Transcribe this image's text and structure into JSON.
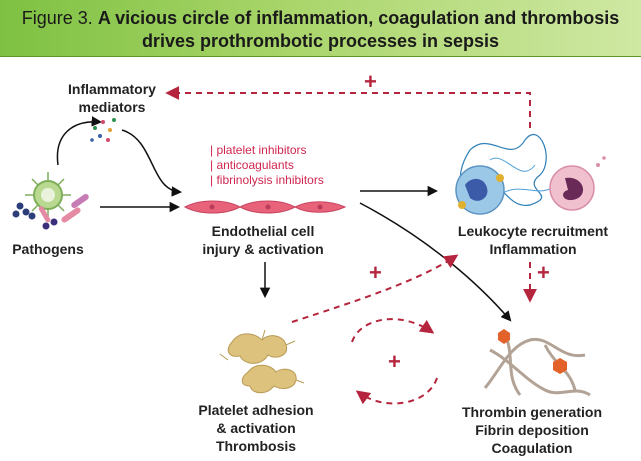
{
  "title": {
    "line1_prefix": "Figure 3.",
    "line1_bold": "A vicious circle of inflammation, coagulation and thrombosis",
    "line2": "drives prothrombotic processes in sepsis"
  },
  "nodes": {
    "inflammatory_mediators": [
      "Inflammatory",
      "mediators"
    ],
    "pathogens": "Pathogens",
    "endothelial": [
      "Endothelial cell",
      "injury & activation"
    ],
    "leukocyte": [
      "Leukocyte recruitment",
      "Inflammation"
    ],
    "platelet": [
      "Platelet adhesion",
      "& activation",
      "Thrombosis"
    ],
    "thrombin": [
      "Thrombin generation",
      "Fibrin deposition",
      "Coagulation"
    ]
  },
  "inhibitors": [
    "platelet inhibitors",
    "anticoagulants",
    "fibrinolysis inhibitors"
  ],
  "plus_sign": "+",
  "colors": {
    "accent_red": "#b5263e",
    "inhibitor_text": "#d0264f",
    "title_green": "#7ec142",
    "endothelium_pink": "#e8637a",
    "platelet_tan": "#d9c07a",
    "fibrin_gray": "#b3a396"
  }
}
